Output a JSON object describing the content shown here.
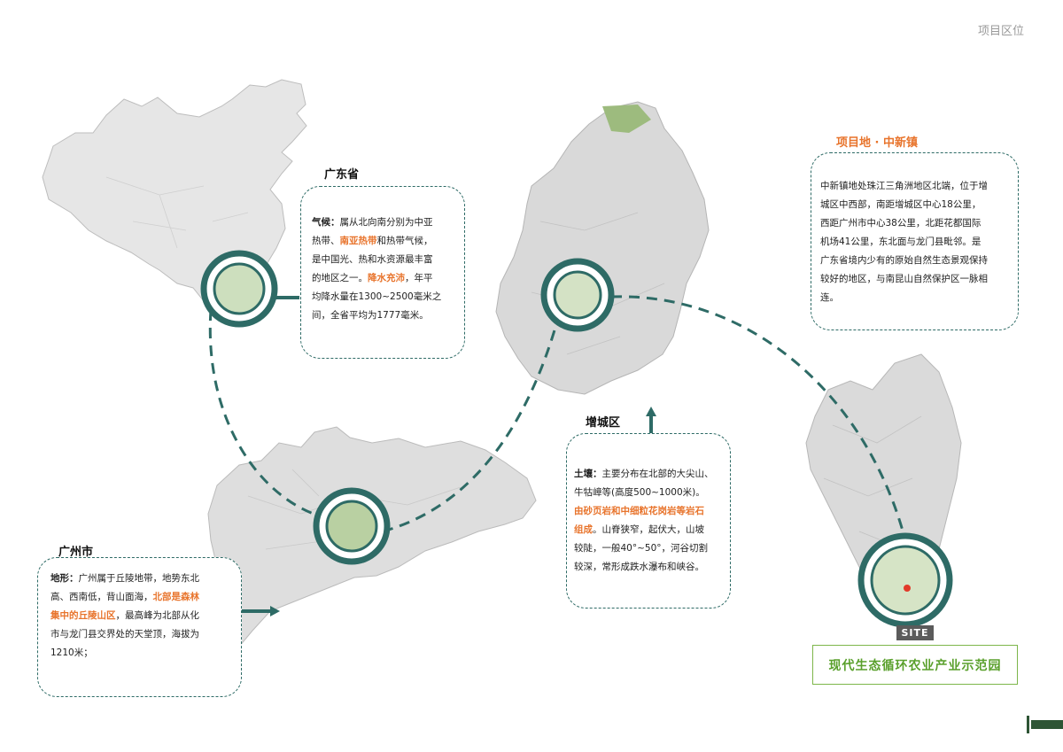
{
  "header": {
    "label": "项目区位"
  },
  "guangdong": {
    "title": "广东省",
    "lines": [
      [
        {
          "t": "气候：",
          "c": "b"
        },
        {
          "t": "属从北向南分别为中亚"
        }
      ],
      [
        {
          "t": "热带、"
        },
        {
          "t": "南亚热带",
          "c": "hl"
        },
        {
          "t": "和热带气候，"
        }
      ],
      [
        {
          "t": "是中国光、热和水资源最丰富"
        }
      ],
      [
        {
          "t": "的地区之一。"
        },
        {
          "t": "降水充沛",
          "c": "hl"
        },
        {
          "t": "，年平"
        }
      ],
      [
        {
          "t": "均降水量在1300~2500毫米之"
        }
      ],
      [
        {
          "t": "间，全省平均为1777毫米。"
        }
      ]
    ]
  },
  "guangzhou": {
    "title": "广州市",
    "lines": [
      [
        {
          "t": "地形：",
          "c": "b"
        },
        {
          "t": "广州属于丘陵地带，地势东北"
        }
      ],
      [
        {
          "t": "高、西南低，背山面海，"
        },
        {
          "t": "北部是森林",
          "c": "hl"
        }
      ],
      [
        {
          "t": "集中的丘陵山区",
          "c": "hl"
        },
        {
          "t": "，最高峰为北部从化"
        }
      ],
      [
        {
          "t": "市与龙门县交界处的天堂顶，海拔为"
        }
      ],
      [
        {
          "t": "1210米；"
        }
      ]
    ]
  },
  "zengcheng": {
    "title": "增城区",
    "lines": [
      [
        {
          "t": "土壤：",
          "c": "b"
        },
        {
          "t": "主要分布在北部的大尖山、"
        }
      ],
      [
        {
          "t": "牛牯嶂等(高度500~1000米)。"
        }
      ],
      [
        {
          "t": "由砂页岩和中细粒花岗岩等岩石",
          "c": "hl"
        }
      ],
      [
        {
          "t": "组成",
          "c": "hl"
        },
        {
          "t": "。山脊狭窄，起伏大，山坡"
        }
      ],
      [
        {
          "t": "较陡，一般40°~50°，河谷切割"
        }
      ],
      [
        {
          "t": "较深，常形成跌水瀑布和峡谷。"
        }
      ]
    ]
  },
  "project": {
    "title": "项目地 · 中新镇",
    "lines": [
      [
        {
          "t": "中新镇地处珠江三角洲地区北端，位于增"
        }
      ],
      [
        {
          "t": "城区中西部，南距增城区中心18公里，"
        }
      ],
      [
        {
          "t": "西距广州市中心38公里，北距花都国际"
        }
      ],
      [
        {
          "t": "机场41公里，东北面与龙门县毗邻。是"
        }
      ],
      [
        {
          "t": "广东省境内少有的原始自然生态景观保持"
        }
      ],
      [
        {
          "t": "较好的地区，与南昆山自然保护区一脉相"
        }
      ],
      [
        {
          "t": "连。"
        }
      ]
    ]
  },
  "site_label": "SITE",
  "banner": "现代生态循环农业产业示范园",
  "colors": {
    "accent_teal": "#2e6b66",
    "highlight_orange": "#e8742c",
    "banner_green": "#5aa02c"
  }
}
